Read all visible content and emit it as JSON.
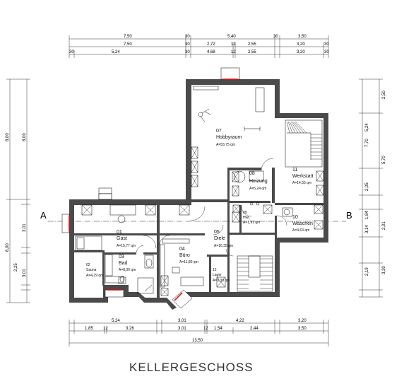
{
  "title": "KELLERGESCHOSS",
  "section_labels": {
    "a": "A",
    "b": "B"
  },
  "dims": {
    "top_row1": [
      "7,50",
      "30",
      "5,40",
      "30",
      "3,50"
    ],
    "top_row2": [
      "7,50",
      "30",
      "2,72",
      "12",
      "2,55",
      "3,20",
      "30"
    ],
    "top_row3": [
      "30",
      "5,24",
      "30",
      "4,68",
      "12",
      "2,55",
      "3,20",
      "30"
    ],
    "bottom_row1": [
      "5,24",
      "3,01",
      "4,22",
      "3,20"
    ],
    "bottom_row2": [
      "1,85",
      "12",
      "3,26",
      "3,01",
      "12",
      "1,54",
      "2,44",
      "3,50"
    ],
    "bottom_total": "13,50",
    "left_outer": [
      "8,00",
      "6,00"
    ],
    "left_inner": [
      "8,00",
      "3,01",
      "2,25",
      "3,01"
    ],
    "right_outer": [
      "2,50",
      "5,24",
      "7,70",
      "5,70",
      "2,05",
      "1,84",
      "3,14",
      "2,01",
      "2,19",
      "3,30"
    ]
  },
  "rooms": [
    {
      "num": "07",
      "name": "Hobbyraum",
      "area": "A=53,75 qm"
    },
    {
      "num": "08",
      "name": "Heizung",
      "area": "A=5,24 qm"
    },
    {
      "num": "11",
      "name": "Werkstatt",
      "area": "A=14,55 qm"
    },
    {
      "num": "10",
      "name": "Waschen",
      "area": "A=4,63 qm"
    },
    {
      "num": "01",
      "name": "Gast",
      "area": "A=15,77 qm"
    },
    {
      "num": "03",
      "name": "Bad",
      "area": "A=8,00 qm"
    },
    {
      "num": "02",
      "name": "Sauna",
      "area": "A=4,29 qm"
    },
    {
      "num": "04",
      "name": "Büro",
      "area": "A=11,80 qm"
    },
    {
      "num": "05",
      "name": "Diele",
      "area": "A=16,35 qm"
    },
    {
      "num": "12",
      "name": "Lager",
      "area": "A=3,39 qm"
    },
    {
      "num": "09",
      "name": "Hwr.",
      "area": "A=1,91 qm"
    }
  ]
}
